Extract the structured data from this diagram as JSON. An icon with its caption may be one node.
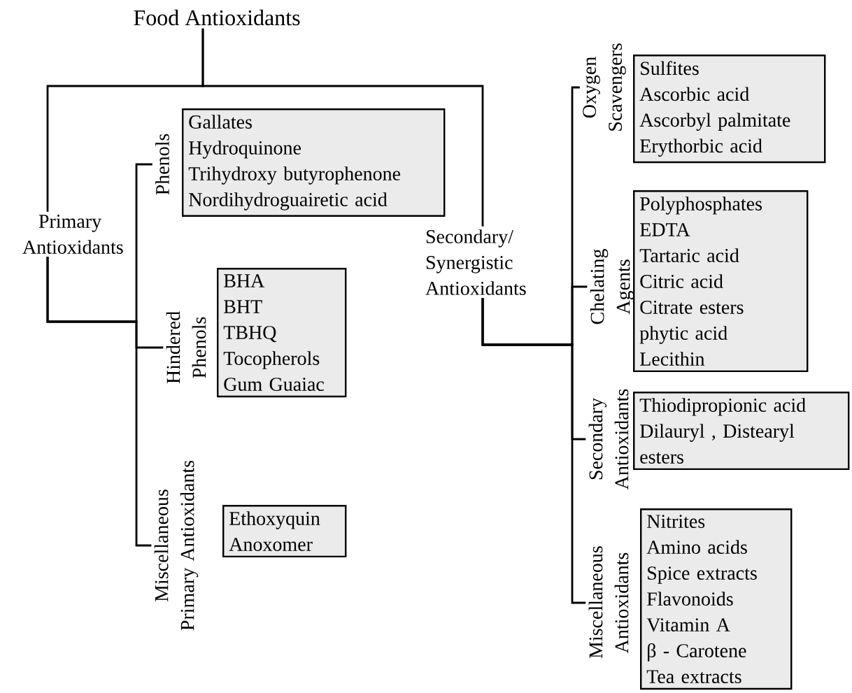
{
  "diagram": {
    "nodes": [
      {
        "text": [
          "Food Antioxidants"
        ]
      },
      {
        "text": [
          "Primary Antioxidants"
        ]
      },
      {
        "text": [
          "Phenols"
        ]
      },
      {
        "text": [
          "Gallates",
          "Hydroquinone",
          "Trihydroxy butyrophenone",
          "Nordihydroguairetic acid"
        ]
      },
      {
        "text": [
          "Hindered Phenols"
        ]
      },
      {
        "text": [
          "BHA",
          "BHT",
          "TBHQ",
          "Tocopherols",
          "Gum Guaiac"
        ]
      },
      {
        "text": [
          "Miscellaneous Primary Antioxidants"
        ]
      },
      {
        "text": [
          "Ethoxyquin",
          "Anoxomer"
        ]
      },
      {
        "text": [
          "Secondary/ Synergistic Antioxidants"
        ]
      },
      {
        "text": [
          "Oxygen Scavengers"
        ]
      },
      {
        "text": [
          "Sulfites",
          "Ascorbic acid",
          "Ascorbyl palmitate",
          "Erythorbic acid"
        ]
      },
      {
        "text": [
          "Chelating Agents"
        ]
      },
      {
        "text": [
          "Polyphosphates",
          "EDTA",
          "Tartaric acid",
          "Citric acid",
          "Citrate esters",
          "phytic acid",
          "Lecithin"
        ]
      },
      {
        "text": [
          "Secondary Antioxidants"
        ]
      },
      {
        "text": [
          "Thiodipropionic acid",
          "Dilauryl , Distearyl esters"
        ]
      },
      {
        "text": [
          "Miscellaneous Antioxidants"
        ]
      },
      {
        "text": [
          "Nitrites",
          "Amino acids",
          "Spice extracts",
          "Flavonoids",
          "Vitamin A",
          "β - Carotene",
          "Tea extracts"
        ]
      }
    ],
    "edges": [
      {
        "from": 0,
        "to": 1,
        "arrow": "none"
      },
      {
        "from": 0,
        "to": 8,
        "arrow": "none"
      },
      {
        "from": 1,
        "to": 2,
        "arrow": "none"
      },
      {
        "from": 1,
        "to": 4,
        "arrow": "none"
      },
      {
        "from": 1,
        "to": 6,
        "arrow": "none"
      },
      {
        "from": 8,
        "to": 9,
        "arrow": "none"
      },
      {
        "from": 8,
        "to": 11,
        "arrow": "none"
      },
      {
        "from": 8,
        "to": 13,
        "arrow": "none"
      },
      {
        "from": 8,
        "to": 15,
        "arrow": "none"
      }
    ]
  }
}
